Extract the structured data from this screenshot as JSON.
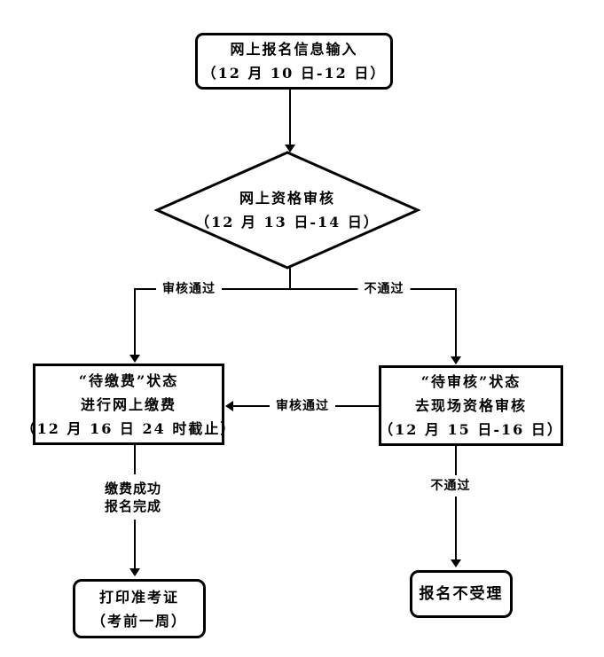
{
  "flowchart": {
    "nodes": {
      "start": {
        "lines": [
          "网上报名信息输入",
          "（12 月 10 日-12 日）"
        ]
      },
      "review": {
        "lines": [
          "网上资格审核",
          "（12 月 13 日-14 日）"
        ]
      },
      "payment": {
        "lines": [
          "“待缴费”状态",
          "进行网上缴费",
          "（12 月 16 日 24 时截止）"
        ]
      },
      "onsite": {
        "lines": [
          "“待审核”状态",
          "去现场资格审核",
          "（12 月 15 日-16 日）"
        ]
      },
      "print": {
        "lines": [
          "打印准考证",
          "（考前一周）"
        ]
      },
      "reject": {
        "lines": [
          "报名不受理"
        ]
      }
    },
    "edge_labels": {
      "review_pass": "审核通过",
      "review_fail": "不通过",
      "onsite_pass": "审核通过",
      "payment_done": [
        "缴费成功",
        "报名完成"
      ],
      "onsite_fail": "不通过"
    },
    "colors": {
      "line": "#000000",
      "background": "#ffffff",
      "text": "#000000"
    }
  }
}
